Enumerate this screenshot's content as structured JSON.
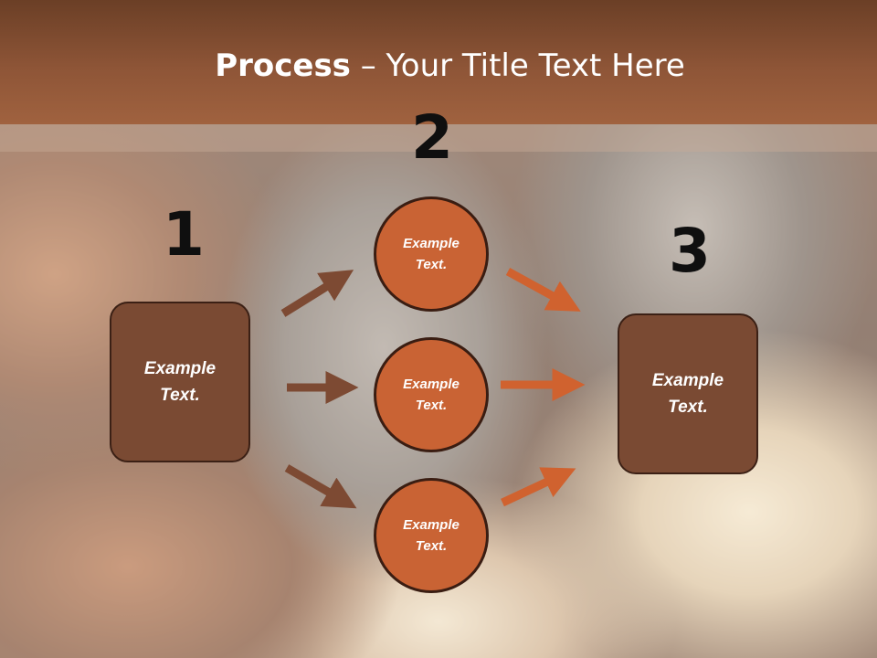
{
  "slide": {
    "title_bold": "Process",
    "title_rest": " – Your Title Text Here",
    "steps": [
      {
        "number": "1",
        "line1": "Example",
        "line2": "Text."
      },
      {
        "number": "2"
      },
      {
        "number": "3",
        "line1": "Example",
        "line2": "Text."
      }
    ],
    "circles": [
      {
        "line1": "Example",
        "line2": "Text."
      },
      {
        "line1": "Example",
        "line2": "Text."
      },
      {
        "line1": "Example",
        "line2": "Text."
      }
    ]
  },
  "colors": {
    "header": "#8e5537",
    "box": "#7a4a33",
    "circle": "#c96334",
    "arrow_left": "#7d4a33",
    "arrow_right": "#d0622f"
  }
}
